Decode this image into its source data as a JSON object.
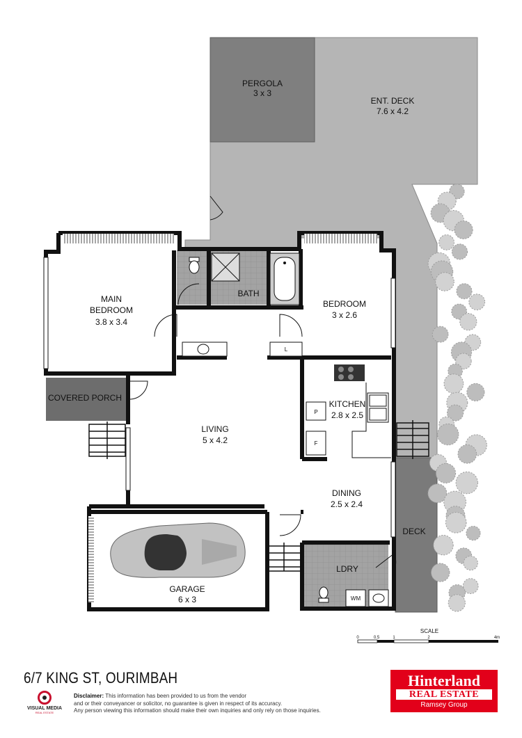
{
  "rooms": {
    "pergola": {
      "name": "PERGOLA",
      "size": "3 x 3"
    },
    "ent_deck": {
      "name": "ENT. DECK",
      "size": "7.6 x 4.2"
    },
    "main_bedroom": {
      "name_line1": "MAIN",
      "name_line2": "BEDROOM",
      "size": "3.8 x 3.4"
    },
    "bath": {
      "name": "BATH"
    },
    "bedroom": {
      "name": "BEDROOM",
      "size": "3 x 2.6"
    },
    "covered_porch": {
      "name": "COVERED PORCH"
    },
    "living": {
      "name": "LIVING",
      "size": "5 x 4.2"
    },
    "kitchen": {
      "name": "KITCHEN",
      "size": "2.8 x 2.5"
    },
    "dining": {
      "name": "DINING",
      "size": "2.5 x 2.4"
    },
    "deck": {
      "name": "DECK"
    },
    "garage": {
      "name": "GARAGE",
      "size": "6 x 3"
    },
    "laundry": {
      "name": "LDRY"
    }
  },
  "fixtures": {
    "linen": "L",
    "pantry": "P",
    "fridge": "F",
    "washing_machine": "WM"
  },
  "scale": {
    "title": "SCALE",
    "ticks": [
      "0",
      "0.5",
      "1",
      "2",
      "4m"
    ]
  },
  "address": "6/7 KING ST, OURIMBAH",
  "disclaimer": {
    "label": "Disclaimer:",
    "line1": "This information has been provided to us from the vendor",
    "line2": "and or their conveyancer or solicitor, no guarantee is given in respect of its accuracy.",
    "line3": "Any person viewing this information should make their own inquiries and only rely on those inquiries."
  },
  "photographer_logo": {
    "name": "VISUAL MEDIA",
    "sub": "REAL ESTATE"
  },
  "agency": {
    "name": "Hinterland",
    "type": "REAL ESTATE",
    "group": "Ramsey Group"
  },
  "colors": {
    "outdoor": "#b4b4b4",
    "pergola": "#808080",
    "porch": "#6b6b6b",
    "tile": "#9e9e9e",
    "wall": "#111111",
    "brand_red": "#e2001a"
  }
}
